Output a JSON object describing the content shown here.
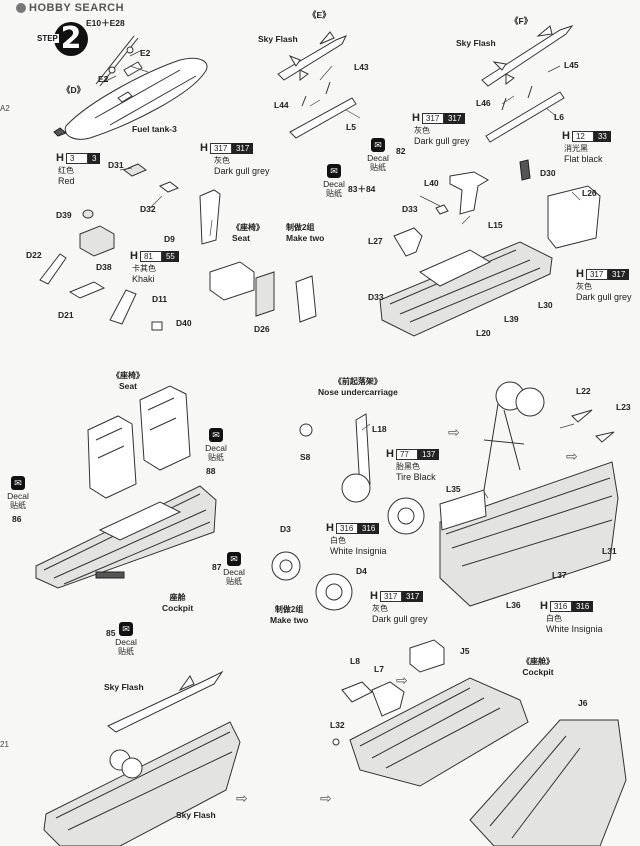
{
  "watermark": {
    "brand": "HOBBY SEARCH"
  },
  "step": {
    "label": "STEP",
    "number": "2"
  },
  "parts": {
    "e10_e28": "E10＋E28",
    "e2a": "E2",
    "e2b": "E2",
    "d": "《D》",
    "fuel_tank": "Fuel tank-3",
    "e_top": "《E》",
    "sky_flash_1": "Sky Flash",
    "l43": "L43",
    "l44": "L44",
    "l5": "L5",
    "f_top": "《F》",
    "sky_flash_2": "Sky Flash",
    "l45": "L45",
    "l46": "L46",
    "l6": "L6",
    "d31": "D31",
    "d32": "D32",
    "d39": "D39",
    "d9": "D9",
    "d22": "D22",
    "d38": "D38",
    "d21": "D21",
    "d11": "D11",
    "d40": "D40",
    "d26": "D26",
    "seat_cn": "《座椅》",
    "seat": "Seat",
    "make_two_cn": "制做2组",
    "make_two": "Make two",
    "s82": "82",
    "s83_84": "83＋84",
    "l40": "L40",
    "d30": "D30",
    "d33a": "D33",
    "l15": "L15",
    "l26": "L26",
    "l27": "L27",
    "d33b": "D33",
    "l30": "L30",
    "l39": "L39",
    "l20": "L20",
    "seat2_cn": "《座椅》",
    "seat2": "Seat",
    "s88": "88",
    "s86": "86",
    "s87": "87",
    "s85": "85",
    "cockpit_cn": "座舱",
    "cockpit": "Cockpit",
    "nose_cn": "《前起落架》",
    "nose": "Nose undercarriage",
    "l18": "L18",
    "s8": "S8",
    "d3": "D3",
    "d4": "D4",
    "make_two2_cn": "制做2组",
    "make_two2": "Make two",
    "l22": "L22",
    "l23": "L23",
    "l35": "L35",
    "l31": "L31",
    "l37": "L37",
    "l36": "L36",
    "l8": "L8",
    "l7": "L7",
    "j5": "J5",
    "cockpit2_cn": "《座舱》",
    "cockpit2": "Cockpit",
    "l32": "L32",
    "j6": "J6",
    "sky_flash_3": "Sky Flash",
    "sky_flash_4": "Sky Flash",
    "side_a2": "A2",
    "side_21": "21"
  },
  "paints": {
    "gull1": {
      "h": "H",
      "code": "317",
      "dcode": "317",
      "cn": "灰色",
      "en": "Dark gull grey"
    },
    "red": {
      "h": "H",
      "code": "3",
      "dcode": "3",
      "cn": "红色",
      "en": "Red"
    },
    "khaki": {
      "h": "H",
      "code": "81",
      "dcode": "55",
      "cn": "卡其色",
      "en": "Khaki"
    },
    "gull2": {
      "h": "H",
      "code": "317",
      "dcode": "317",
      "cn": "灰色",
      "en": "Dark gull grey"
    },
    "flatblack": {
      "h": "H",
      "code": "12",
      "dcode": "33",
      "cn": "消光黑",
      "en": "Flat black"
    },
    "gull3": {
      "h": "H",
      "code": "317",
      "dcode": "317",
      "cn": "灰色",
      "en": "Dark gull grey"
    },
    "tire": {
      "h": "H",
      "code": "77",
      "dcode": "137",
      "cn": "胎黑色",
      "en": "Tire Black"
    },
    "white1": {
      "h": "H",
      "code": "316",
      "dcode": "316",
      "cn": "白色",
      "en": "White Insignia"
    },
    "white2": {
      "h": "H",
      "code": "316",
      "dcode": "316",
      "cn": "白色",
      "en": "White Insignia"
    },
    "gull4": {
      "h": "H",
      "code": "317",
      "dcode": "317",
      "cn": "灰色",
      "en": "Dark gull grey"
    }
  },
  "decals": {
    "d1": {
      "en": "Decal",
      "cn": "贴纸"
    },
    "d2": {
      "en": "Decal",
      "cn": "贴纸"
    },
    "d3": {
      "en": "Decal",
      "cn": "贴纸"
    },
    "d4": {
      "en": "Decal",
      "cn": "贴纸"
    },
    "d5": {
      "en": "Decal",
      "cn": "贴纸"
    },
    "d6": {
      "en": "Decal",
      "cn": "贴纸"
    }
  },
  "icons": {
    "decal": "decal-icon",
    "arrow": "arrow-icon"
  }
}
